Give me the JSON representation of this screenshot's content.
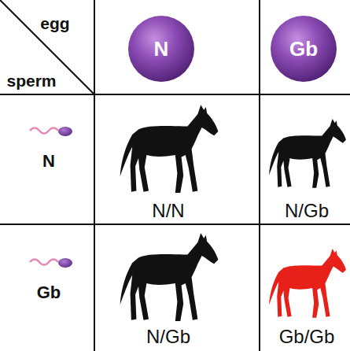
{
  "diagram": {
    "nodes": [
      {
        "text": [
          "N"
        ]
      },
      {
        "text": [
          "Gb"
        ]
      }
    ],
    "labels": [
      "egg",
      "sperm",
      "N",
      "Gb",
      "N/N",
      "N/Gb",
      "N/Gb",
      "Gb/Gb"
    ]
  }
}
